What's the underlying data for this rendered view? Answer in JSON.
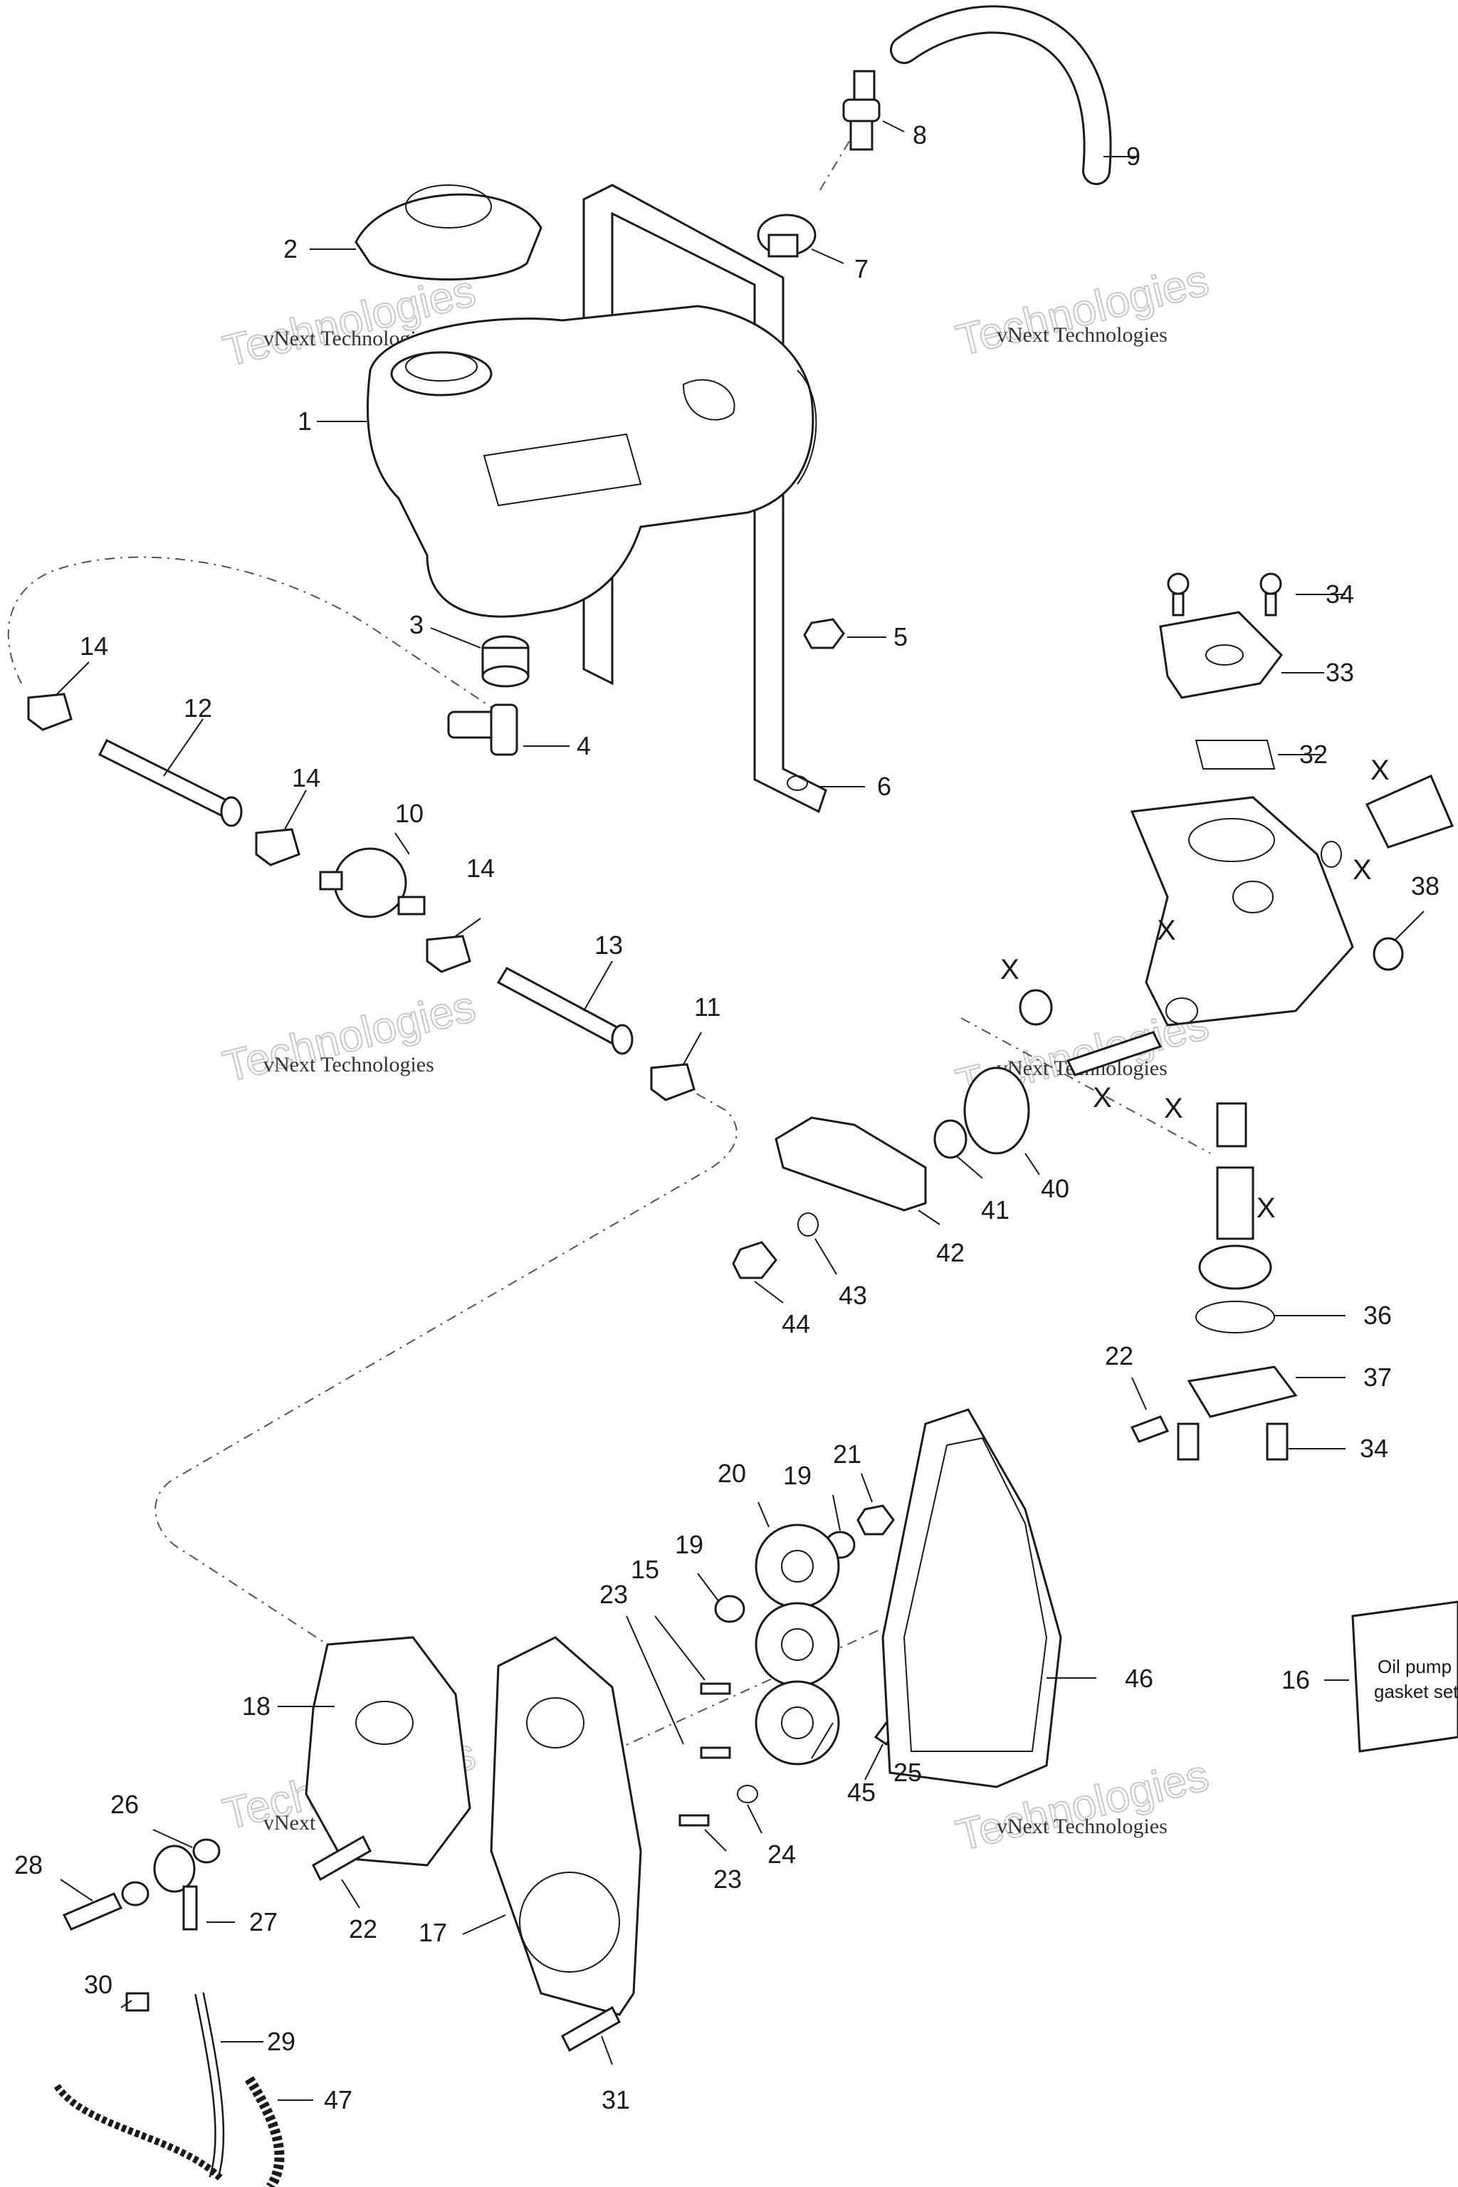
{
  "callouts": {
    "c1": "1",
    "c2": "2",
    "c3": "3",
    "c4": "4",
    "c5": "5",
    "c6": "6",
    "c7": "7",
    "c8": "8",
    "c9": "9",
    "c10": "10",
    "c11": "11",
    "c12": "12",
    "c13": "13",
    "c14a": "14",
    "c14b": "14",
    "c14c": "14",
    "c15": "15",
    "c16": "16",
    "c17": "17",
    "c18": "18",
    "c19a": "19",
    "c19b": "19",
    "c20": "20",
    "c21": "21",
    "c22a": "22",
    "c22b": "22",
    "c23a": "23",
    "c23b": "23",
    "c24": "24",
    "c25": "25",
    "c26": "26",
    "c27": "27",
    "c28": "28",
    "c29": "29",
    "c30": "30",
    "c31": "31",
    "c32": "32",
    "c33": "33",
    "c34a": "34",
    "c34b": "34",
    "c36": "36",
    "c37": "37",
    "c38": "38",
    "c40": "40",
    "c41": "41",
    "c42": "42",
    "c43": "43",
    "c44": "44",
    "c45": "45",
    "c46": "46",
    "c47": "47"
  },
  "not_sold_separately_mark": "X",
  "gasket_set_card": {
    "line1": "Oil pump",
    "line2": "gasket set"
  },
  "watermark": {
    "line1": "vNext Technologies",
    "line2": "vNext Technologies",
    "line3": "Technologies"
  }
}
